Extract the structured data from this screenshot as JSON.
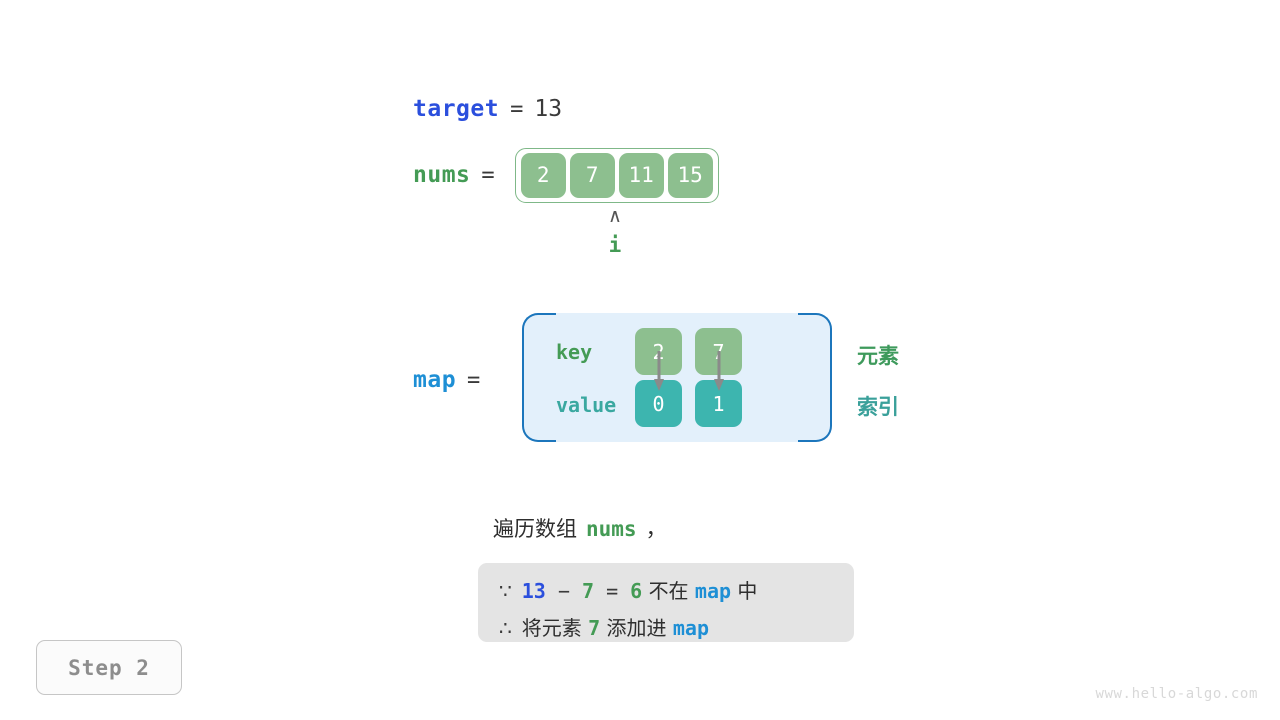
{
  "target": {
    "name": "target",
    "equals": "=",
    "value": "13"
  },
  "nums": {
    "name": "nums",
    "equals": "=",
    "cells": [
      "2",
      "7",
      "11",
      "15"
    ]
  },
  "pointer": {
    "caret": "∧",
    "label": "i",
    "index": 1
  },
  "map": {
    "name": "map",
    "equals": "=",
    "key_label": "key",
    "value_label": "value",
    "keys": [
      "2",
      "7"
    ],
    "values": [
      "0",
      "1"
    ],
    "side_labels": {
      "element": "元素",
      "index": "索引"
    }
  },
  "caption": {
    "prefix": "遍历数组",
    "var": "nums",
    "suffix": "，"
  },
  "note": {
    "line1": {
      "symbol": "∵",
      "a": "13",
      "minus": "−",
      "b": "7",
      "eq": "=",
      "result": "6",
      "text_mid": "不在",
      "map": "map",
      "text_end": "中"
    },
    "line2": {
      "symbol": "∴",
      "text_start": "将元素",
      "num": "7",
      "text_mid": "添加进",
      "map": "map"
    }
  },
  "step_badge": "Step 2",
  "watermark": "www.hello-algo.com",
  "colors": {
    "blue_strong": "#2b4fdd",
    "blue_light": "#1e8fd5",
    "green": "#449b55",
    "green_cell": "#8dbf8f",
    "teal_cell": "#3db5af",
    "panel_bg": "#e3f0fb",
    "panel_border": "#1c76bc",
    "note_bg": "#e4e4e4",
    "arrow_gray": "#8a8a8a"
  }
}
